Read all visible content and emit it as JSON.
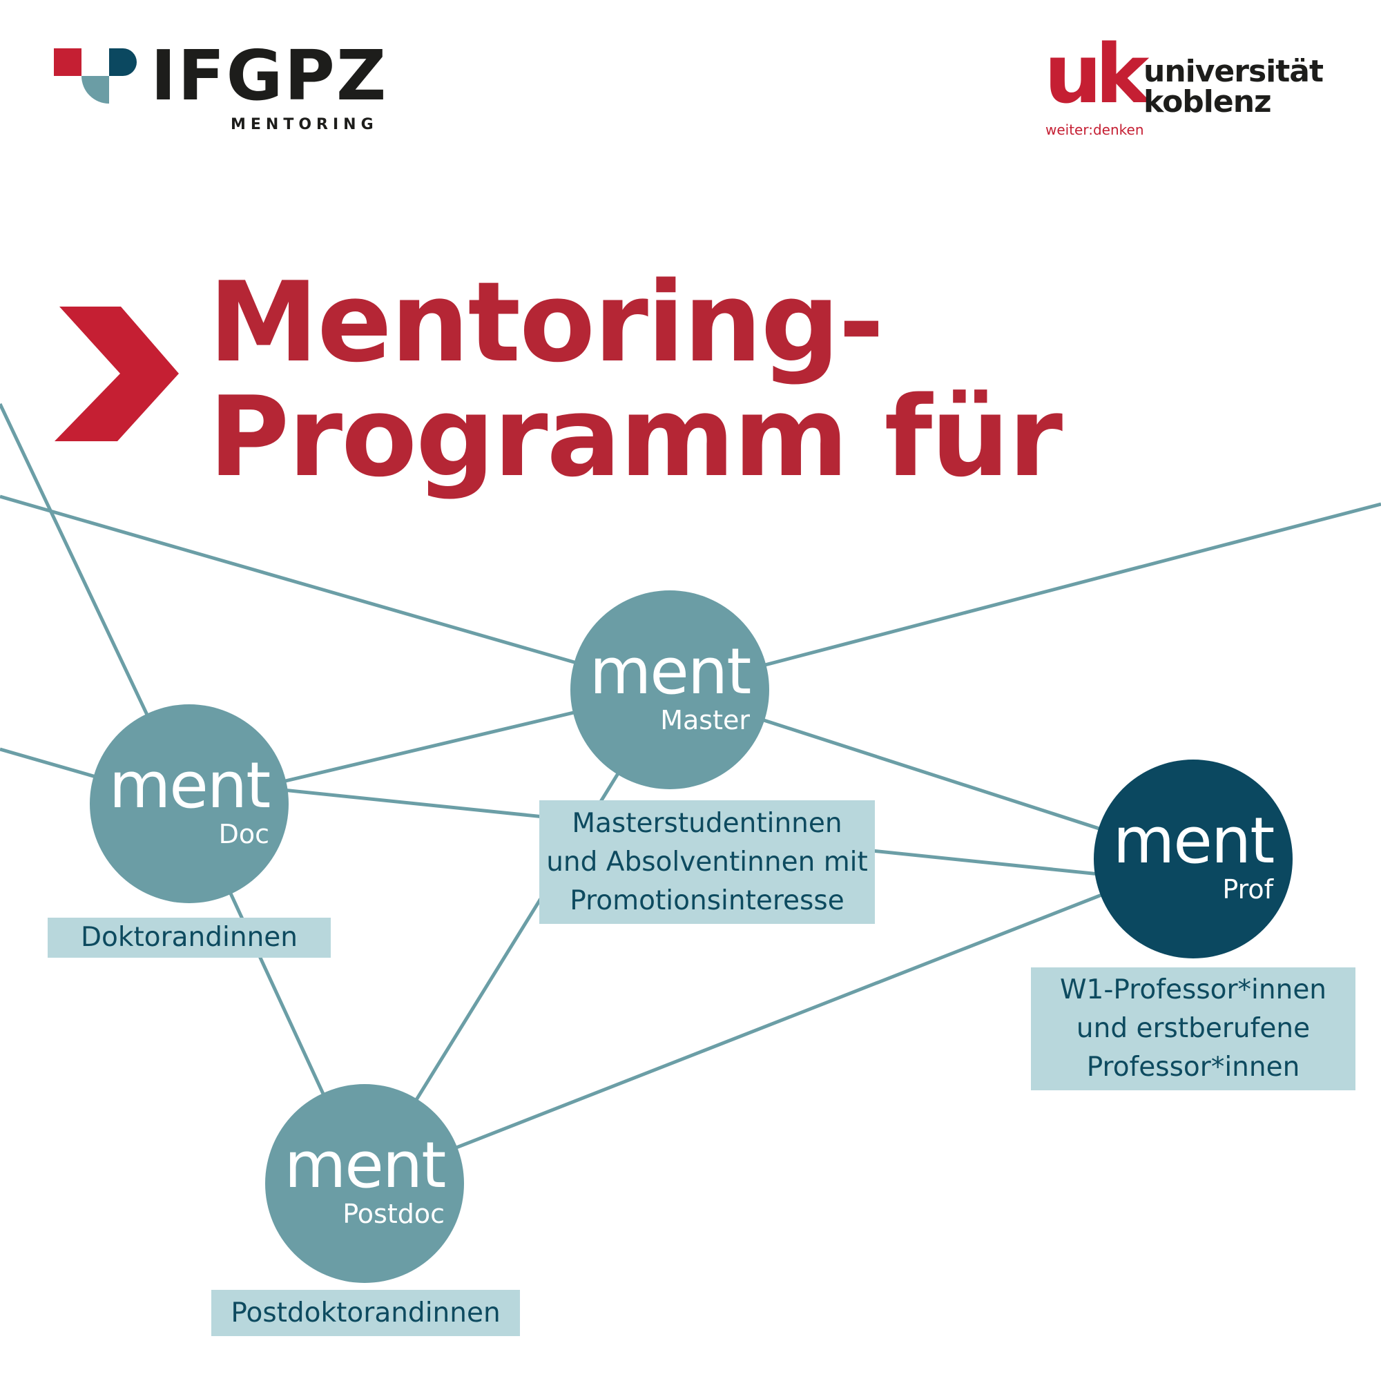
{
  "header": {
    "ifgpz_logo": {
      "name": "IFGPZ",
      "subtitle": "MENTORING"
    },
    "uk_logo": {
      "mark": "uk",
      "name_line1": "universität",
      "name_line2": "koblenz",
      "tagline": "weiter:denken"
    }
  },
  "title": {
    "line1": "Mentoring-",
    "line2": "Programm für"
  },
  "nodes": [
    {
      "id": "master",
      "word": "ment",
      "sub": "Master",
      "label": "Masterstudentinnen und Absolventinnen mit Promotionsinteresse",
      "label_lines": [
        "Masterstudentinnen",
        "und Absolventinnen mit",
        "Promotionsinteresse"
      ]
    },
    {
      "id": "doc",
      "word": "ment",
      "sub": "Doc",
      "label": "Doktorandinnen"
    },
    {
      "id": "prof",
      "word": "ment",
      "sub": "Prof",
      "label_lines": [
        "W1-Professor*innen",
        "und erstberufene",
        "Professor*innen"
      ]
    },
    {
      "id": "postdoc",
      "word": "ment",
      "sub": "Postdoc",
      "label": "Postdoktorandinnen"
    }
  ],
  "colors": {
    "red": "#b52635",
    "chevron": "#c51f33",
    "node": "#6b9da5",
    "node_dark": "#0b4860",
    "label_bg": "#b8d7dc",
    "label_text": "#0d4a5f",
    "line": "#6b9ea6"
  }
}
